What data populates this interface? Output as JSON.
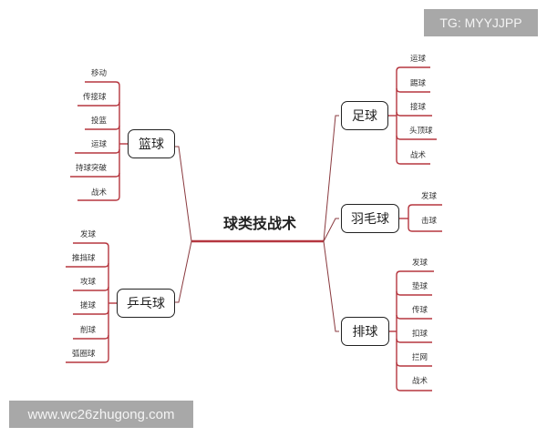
{
  "watermarks": {
    "top_right": "TG: MYYJJPP",
    "bottom_left": "www.wc26zhugong.com"
  },
  "colors": {
    "branch_line": "#b5363f",
    "connector_line": "#8a3a3f",
    "node_border": "#222222",
    "watermark_bg": "#a8a8a8"
  },
  "root": {
    "label": "球类技战术"
  },
  "branches": [
    {
      "label": "篮球",
      "side": "left",
      "items": [
        "移动",
        "传接球",
        "投篮",
        "运球",
        "持球突破",
        "战术"
      ]
    },
    {
      "label": "乒乓球",
      "side": "left",
      "items": [
        "发球",
        "推挡球",
        "攻球",
        "搓球",
        "削球",
        "弧圈球"
      ]
    },
    {
      "label": "足球",
      "side": "right",
      "items": [
        "运球",
        "踢球",
        "接球",
        "头顶球",
        "战术"
      ]
    },
    {
      "label": "羽毛球",
      "side": "right",
      "items": [
        "发球",
        "击球"
      ]
    },
    {
      "label": "排球",
      "side": "right",
      "items": [
        "发球",
        "垫球",
        "传球",
        "扣球",
        "拦网",
        "战术"
      ]
    }
  ]
}
